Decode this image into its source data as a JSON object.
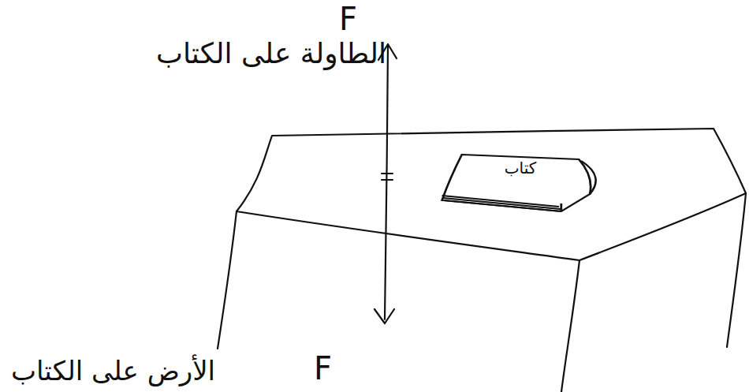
{
  "diagram": {
    "nodes": [
      {
        "text": [
          "كتاب"
        ]
      }
    ],
    "labels": [
      "F",
      "الطاولة على الكتاب",
      "F",
      "الأرض على الكتاب"
    ]
  }
}
